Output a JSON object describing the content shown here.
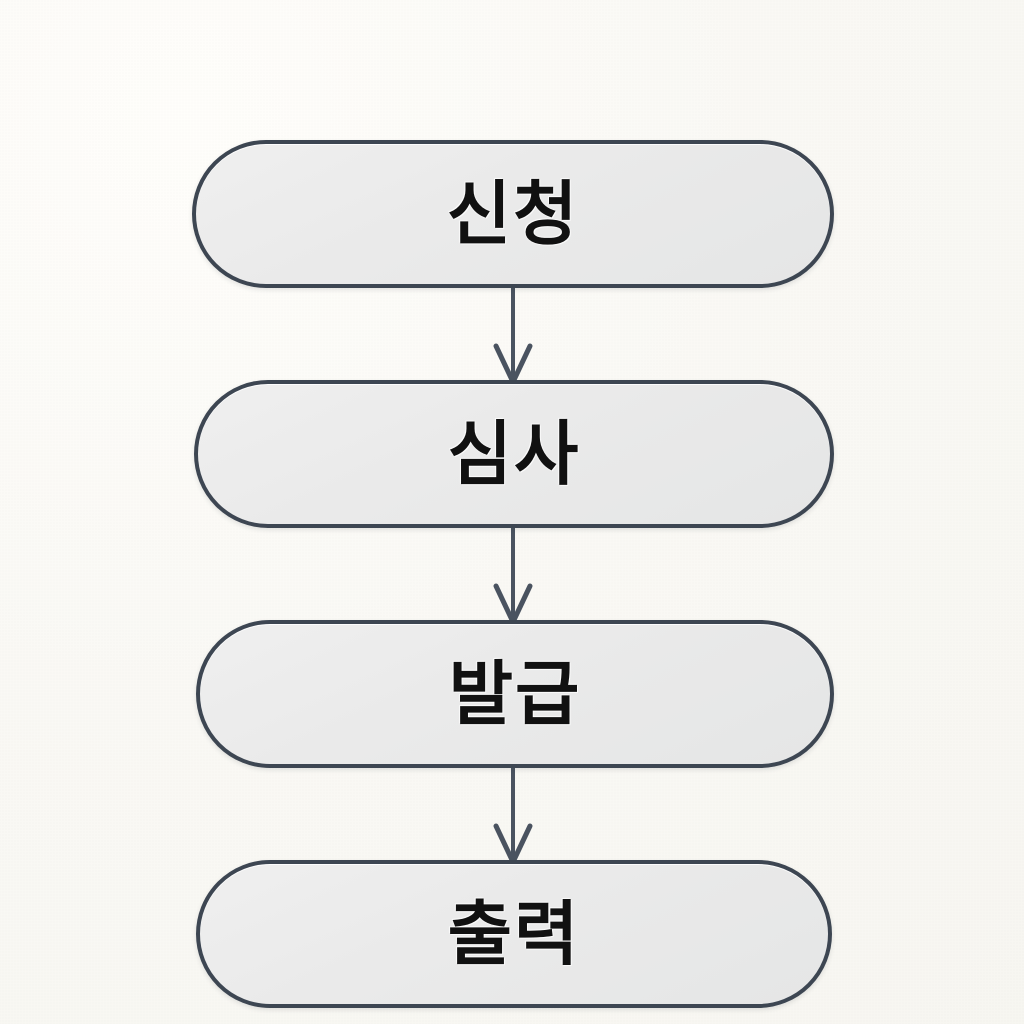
{
  "diagram": {
    "title": "",
    "type": "flowchart",
    "orientation": "vertical",
    "background_color": "#faf9f6",
    "node_fill_color": "#eaeaea",
    "node_border_color": "#3d4652",
    "text_color": "#111111",
    "connector_color": "#4a5360",
    "nodes": [
      {
        "id": "step-1",
        "label": "신청",
        "shape": "stadium"
      },
      {
        "id": "step-2",
        "label": "심사",
        "shape": "stadium"
      },
      {
        "id": "step-3",
        "label": "발급",
        "shape": "stadium"
      },
      {
        "id": "step-4",
        "label": "출력",
        "shape": "stadium"
      }
    ],
    "connectors": [
      {
        "from": "step-1",
        "to": "step-2",
        "label": "",
        "arrow": "open-chevron-down"
      },
      {
        "from": "step-2",
        "to": "step-3",
        "label": "",
        "arrow": "open-chevron-down"
      },
      {
        "from": "step-3",
        "to": "step-4",
        "label": "",
        "arrow": "open-chevron-down"
      }
    ]
  }
}
